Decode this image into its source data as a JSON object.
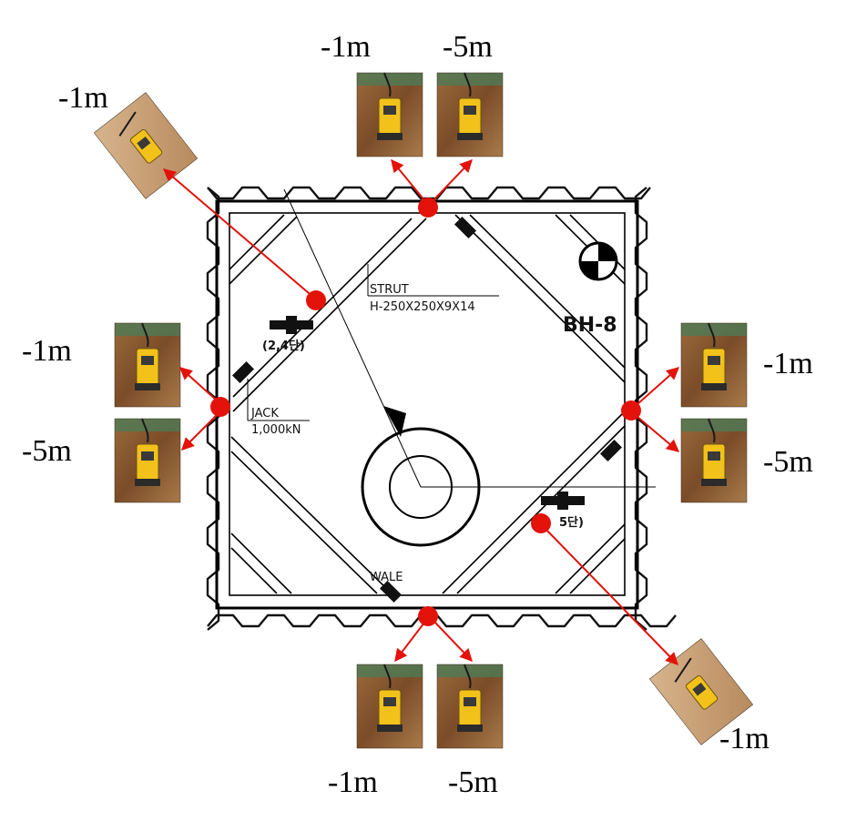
{
  "drawing": {
    "borehole": "BH-8",
    "strut_label": "STRUT",
    "strut_spec": "H-250X250X9X14",
    "jack_label": "JACK",
    "jack_capacity": "1,000kN",
    "wale_label": "WALE",
    "level_upper": "(2,4단)",
    "level_lower": "5단)"
  },
  "depth_labels": {
    "top_left": "-1m",
    "top_right": "-5m",
    "left_upper": "-1m",
    "left_lower": "-5m",
    "right_upper": "-1m",
    "right_lower": "-5m",
    "bottom_left": "-1m",
    "bottom_right": "-5m",
    "diag_upper_left": "-1m",
    "diag_lower_right": "-1m"
  },
  "colors": {
    "marker": "#e3120b",
    "sensor": "#f2c21b",
    "soil": "#8a5a32"
  }
}
